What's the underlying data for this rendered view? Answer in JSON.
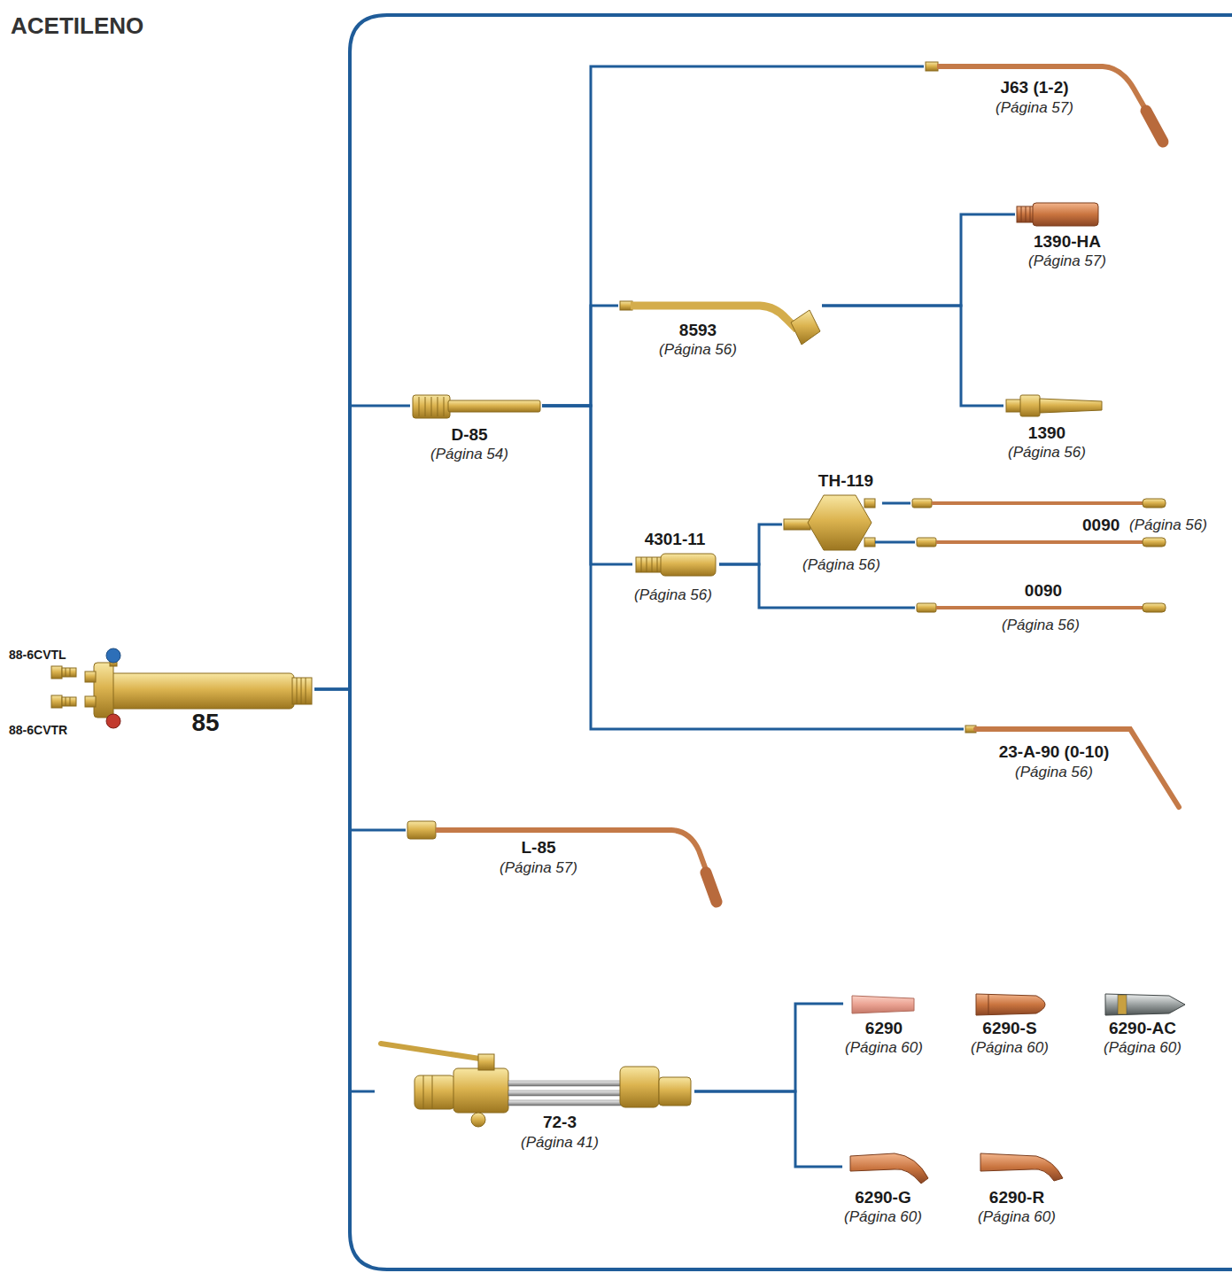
{
  "diagram": {
    "title": "ACETILENO",
    "nodes": [
      {
        "text": [
          "88-6CVTL"
        ]
      },
      {
        "text": [
          "88-6CVTR"
        ]
      },
      {
        "text": [
          "85"
        ]
      },
      {
        "text": [
          "D-85",
          "(Página 54)"
        ]
      },
      {
        "text": [
          "L-85",
          "(Página 57)"
        ]
      },
      {
        "text": [
          "72-3",
          "(Página 41)"
        ]
      },
      {
        "text": [
          "J63 (1-2)",
          "(Página 57)"
        ]
      },
      {
        "text": [
          "8593",
          "(Página 56)"
        ]
      },
      {
        "text": [
          "4301-11",
          "(Página 56)"
        ]
      },
      {
        "text": [
          "23-A-90 (0-10)",
          "(Página 56)"
        ]
      },
      {
        "text": [
          "1390-HA",
          "(Página 57)"
        ]
      },
      {
        "text": [
          "1390",
          "(Página 56)"
        ]
      },
      {
        "text": [
          "TH-119",
          "(Página 56)"
        ]
      },
      {
        "text": [
          "0090",
          "(Página 56)"
        ]
      },
      {
        "text": [
          "0090",
          "(Página 56)"
        ]
      },
      {
        "text": [
          "6290",
          "(Página 60)"
        ]
      },
      {
        "text": [
          "6290-S",
          "(Página 60)"
        ]
      },
      {
        "text": [
          "6290-AC",
          "(Página 60)"
        ]
      },
      {
        "text": [
          "6290-G",
          "(Página 60)"
        ]
      },
      {
        "text": [
          "6290-R",
          "(Página 60)"
        ]
      }
    ],
    "edges": [
      {
        "from": 2,
        "to": 3,
        "arrow": "none"
      },
      {
        "from": 2,
        "to": 4,
        "arrow": "none"
      },
      {
        "from": 2,
        "to": 5,
        "arrow": "none"
      },
      {
        "from": 3,
        "to": 6,
        "arrow": "none"
      },
      {
        "from": 3,
        "to": 7,
        "arrow": "none"
      },
      {
        "from": 3,
        "to": 8,
        "arrow": "none"
      },
      {
        "from": 3,
        "to": 9,
        "arrow": "none"
      },
      {
        "from": 7,
        "to": 10,
        "arrow": "none"
      },
      {
        "from": 7,
        "to": 11,
        "arrow": "none"
      },
      {
        "from": 8,
        "to": 12,
        "arrow": "none"
      },
      {
        "from": 8,
        "to": 14,
        "arrow": "none"
      },
      {
        "from": 12,
        "to": 13,
        "arrow": "none"
      },
      {
        "from": 5,
        "to": 15,
        "arrow": "none"
      },
      {
        "from": 5,
        "to": 18,
        "arrow": "none"
      }
    ]
  }
}
